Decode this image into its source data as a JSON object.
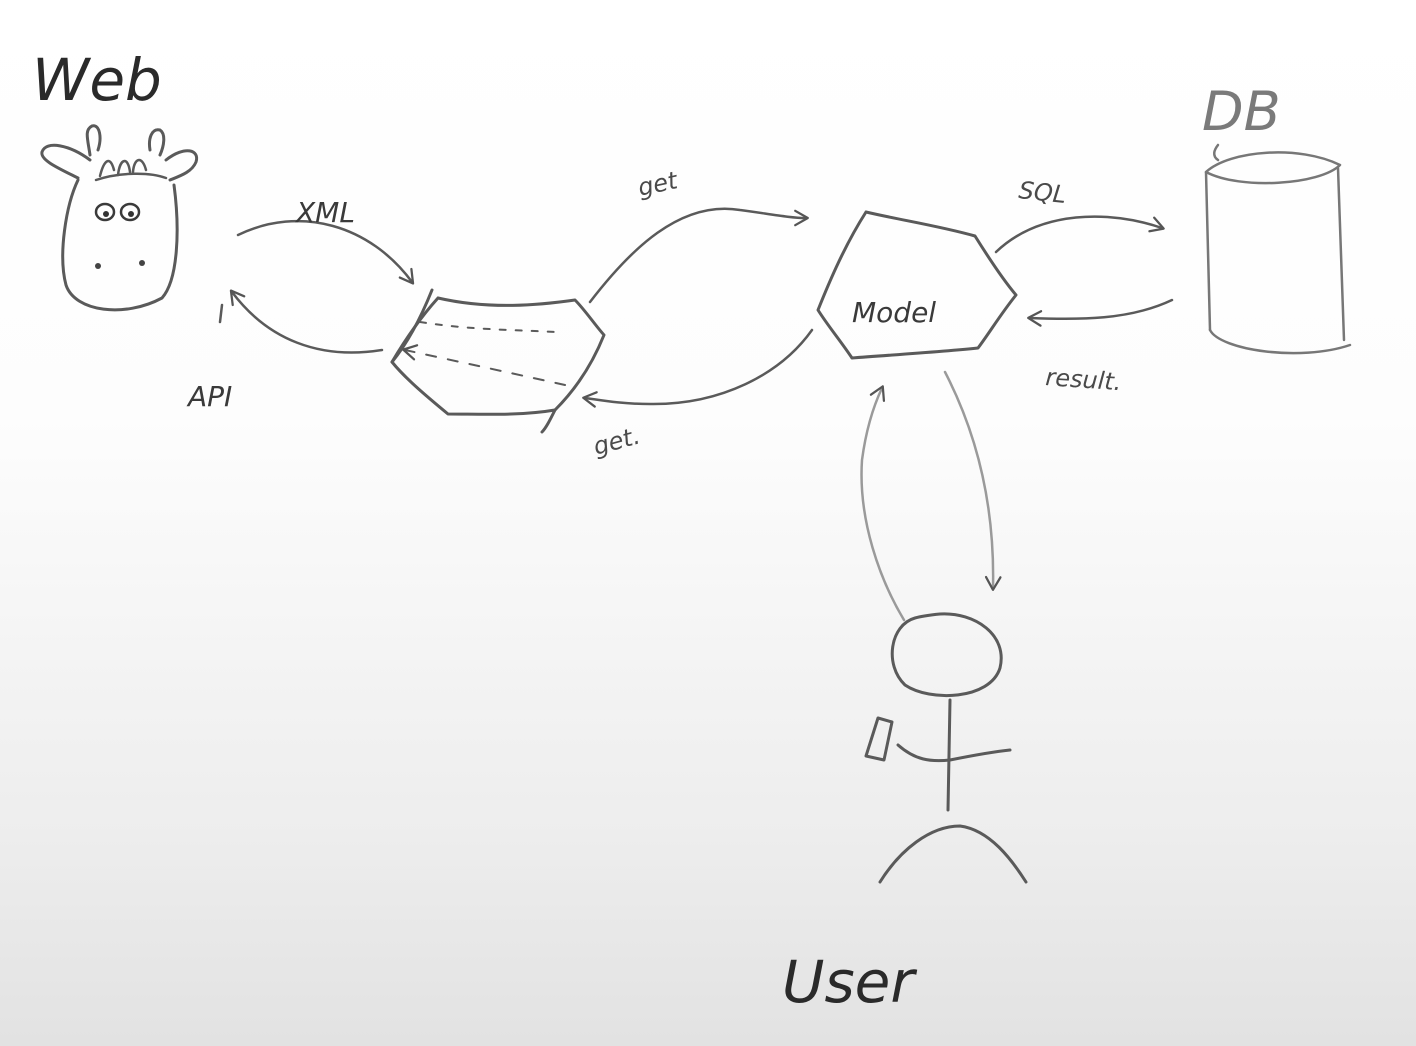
{
  "labels": {
    "web": "Web",
    "db": "DB",
    "user": "User",
    "model": "Model",
    "xml": "XML",
    "api": "API",
    "get_top": "get",
    "get_bottom": "get.",
    "sql": "SQL",
    "result": "result."
  },
  "colors": {
    "ink_dark": "#3a3a3a",
    "ink_mid": "#5a5a5a",
    "ink_light": "#777777",
    "ink_pale": "#9a9a9a"
  }
}
